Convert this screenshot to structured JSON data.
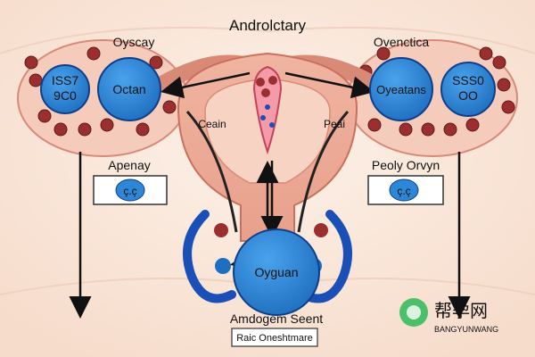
{
  "title": "Androlctary",
  "labels": {
    "top_left": "Oyscay",
    "top_right": "Ovenctica",
    "mid_left": "Ceain",
    "mid_right": "Peai",
    "box_left_heading": "Apenay",
    "box_right_heading": "Peoly Orvyn",
    "bottom_caption": "Amdogem Seent",
    "bottom_box": "Raic Oneshtmare"
  },
  "nodes": {
    "left_small": [
      "ISS7",
      "9C0"
    ],
    "left_large": "Octan",
    "right_large": "Oyeatans",
    "right_small": [
      "SSS0",
      "OO"
    ],
    "center_bottom": "Oyguan"
  },
  "boxes": {
    "left": "ç.ç",
    "right": "ç.ç"
  },
  "watermark": {
    "chinese": "帮孕网",
    "latin": "BANGYUNWANG"
  },
  "colors": {
    "bg": "#fbe9dc",
    "tissue": "#f3c4b2",
    "tissue_dark": "#e79a86",
    "node_fill": "#2e86d6",
    "node_stroke": "#0f3f8a",
    "follicle": "#9b2e2e",
    "accent_blue": "#1a4fb8"
  }
}
